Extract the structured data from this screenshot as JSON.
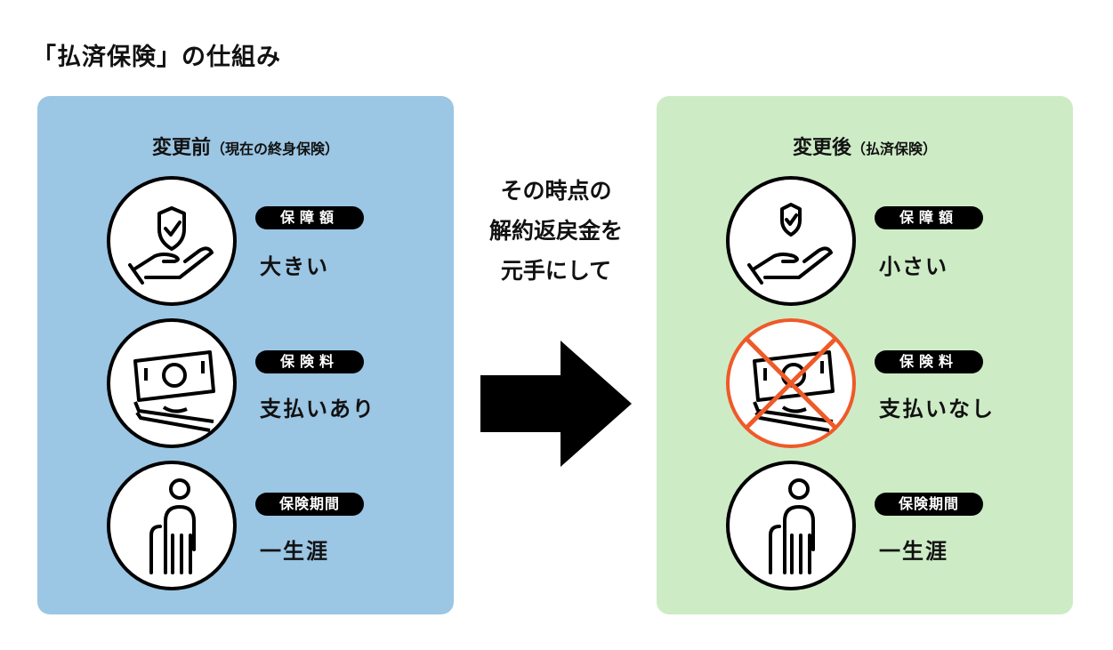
{
  "title": "「払済保険」の仕組み",
  "colors": {
    "left_panel": "#9bc6e4",
    "right_panel": "#cdecc6",
    "cross": "#ef5a28"
  },
  "before": {
    "heading": "変更前",
    "subheading": "（現在の終身保険）",
    "rows": [
      {
        "label": "保障額",
        "value": "大きい",
        "icon": "hand-shield-icon"
      },
      {
        "label": "保険料",
        "value": "支払いあり",
        "icon": "money-icon"
      },
      {
        "label": "保険期間",
        "value": "一生涯",
        "icon": "elderly-person-icon"
      }
    ]
  },
  "middle": {
    "lines": [
      "その時点の",
      "解約返戻金を",
      "元手にして"
    ]
  },
  "after": {
    "heading": "変更後",
    "subheading": "（払済保険）",
    "rows": [
      {
        "label": "保障額",
        "value": "小さい",
        "icon": "hand-shield-icon"
      },
      {
        "label": "保険料",
        "value": "支払いなし",
        "icon": "money-crossed-icon"
      },
      {
        "label": "保険期間",
        "value": "一生涯",
        "icon": "elderly-person-icon"
      }
    ]
  }
}
